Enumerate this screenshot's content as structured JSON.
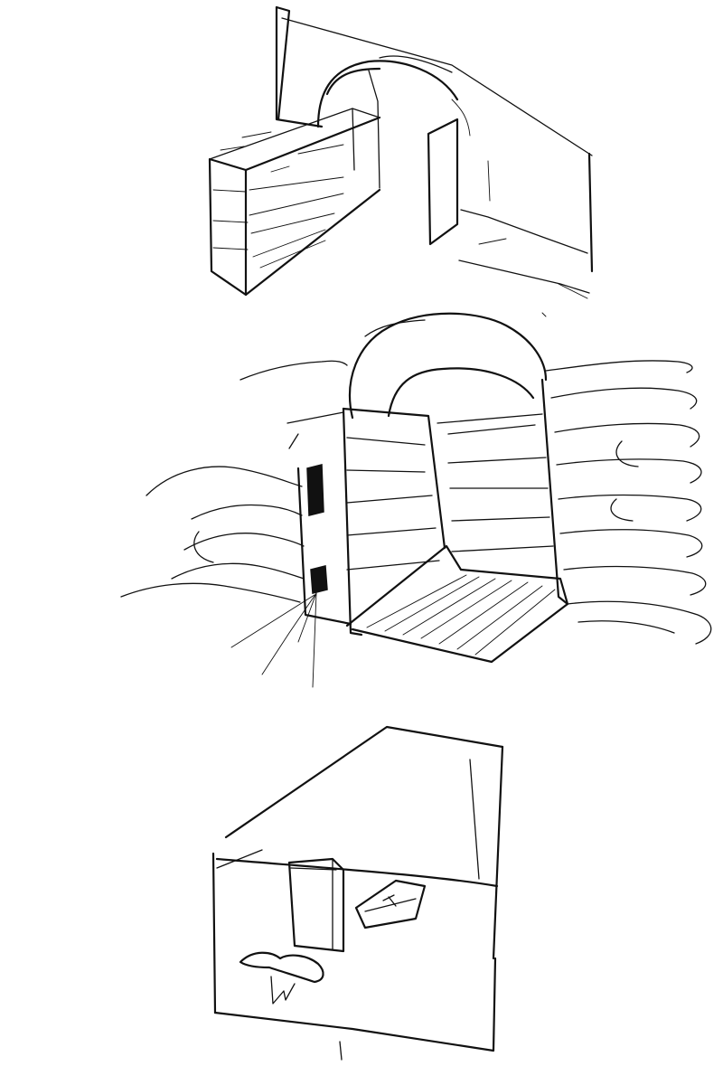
{
  "sheet": {
    "ink_color": "#111111",
    "paper_color": "#ffffff",
    "sketches": [
      {
        "id": "sketch-top",
        "depicts": "box-element-passing-through-wall"
      },
      {
        "id": "sketch-middle",
        "depicts": "arched-opening-with-inset-box-and-wavy-hatching"
      },
      {
        "id": "sketch-bottom",
        "depicts": "rectangular-block-with-small-box-attachments"
      }
    ]
  }
}
